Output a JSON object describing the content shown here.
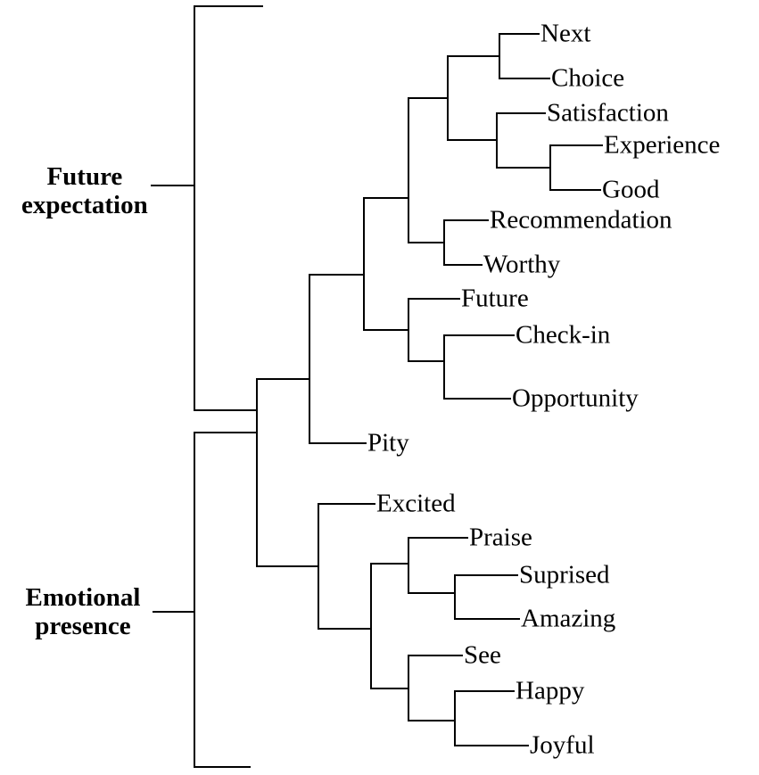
{
  "colors": {
    "line": "#000000",
    "text": "#000000",
    "background": "#ffffff"
  },
  "clusters": [
    {
      "id": "future",
      "line1": "Future",
      "line2": "expectation"
    },
    {
      "id": "emotional",
      "line1": "Emotional",
      "line2": "presence"
    }
  ],
  "leaves": {
    "next": "Next",
    "choice": "Choice",
    "satisfaction": "Satisfaction",
    "experience": "Experience",
    "good": "Good",
    "recommendation": "Recommendation",
    "worthy": "Worthy",
    "future": "Future",
    "checkin": "Check-in",
    "opportunity": "Opportunity",
    "pity": "Pity",
    "excited": "Excited",
    "praise": "Praise",
    "suprised": "Suprised",
    "amazing": "Amazing",
    "see": "See",
    "happy": "Happy",
    "joyful": "Joyful"
  },
  "tree": {
    "children": [
      {
        "children": [
          {
            "children": [
              {
                "children": [
                  {
                    "children": [
                      {
                        "leaf": "next"
                      },
                      {
                        "leaf": "choice"
                      }
                    ]
                  },
                  {
                    "children": [
                      {
                        "leaf": "satisfaction"
                      },
                      {
                        "children": [
                          {
                            "leaf": "experience"
                          },
                          {
                            "leaf": "good"
                          }
                        ]
                      }
                    ]
                  }
                ]
              },
              {
                "children": [
                  {
                    "leaf": "recommendation"
                  },
                  {
                    "leaf": "worthy"
                  }
                ]
              }
            ]
          },
          {
            "children": [
              {
                "leaf": "future"
              },
              {
                "children": [
                  {
                    "leaf": "checkin"
                  },
                  {
                    "leaf": "opportunity"
                  }
                ]
              }
            ]
          }
        ]
      },
      {
        "leaf": "pity"
      }
    ]
  }
}
